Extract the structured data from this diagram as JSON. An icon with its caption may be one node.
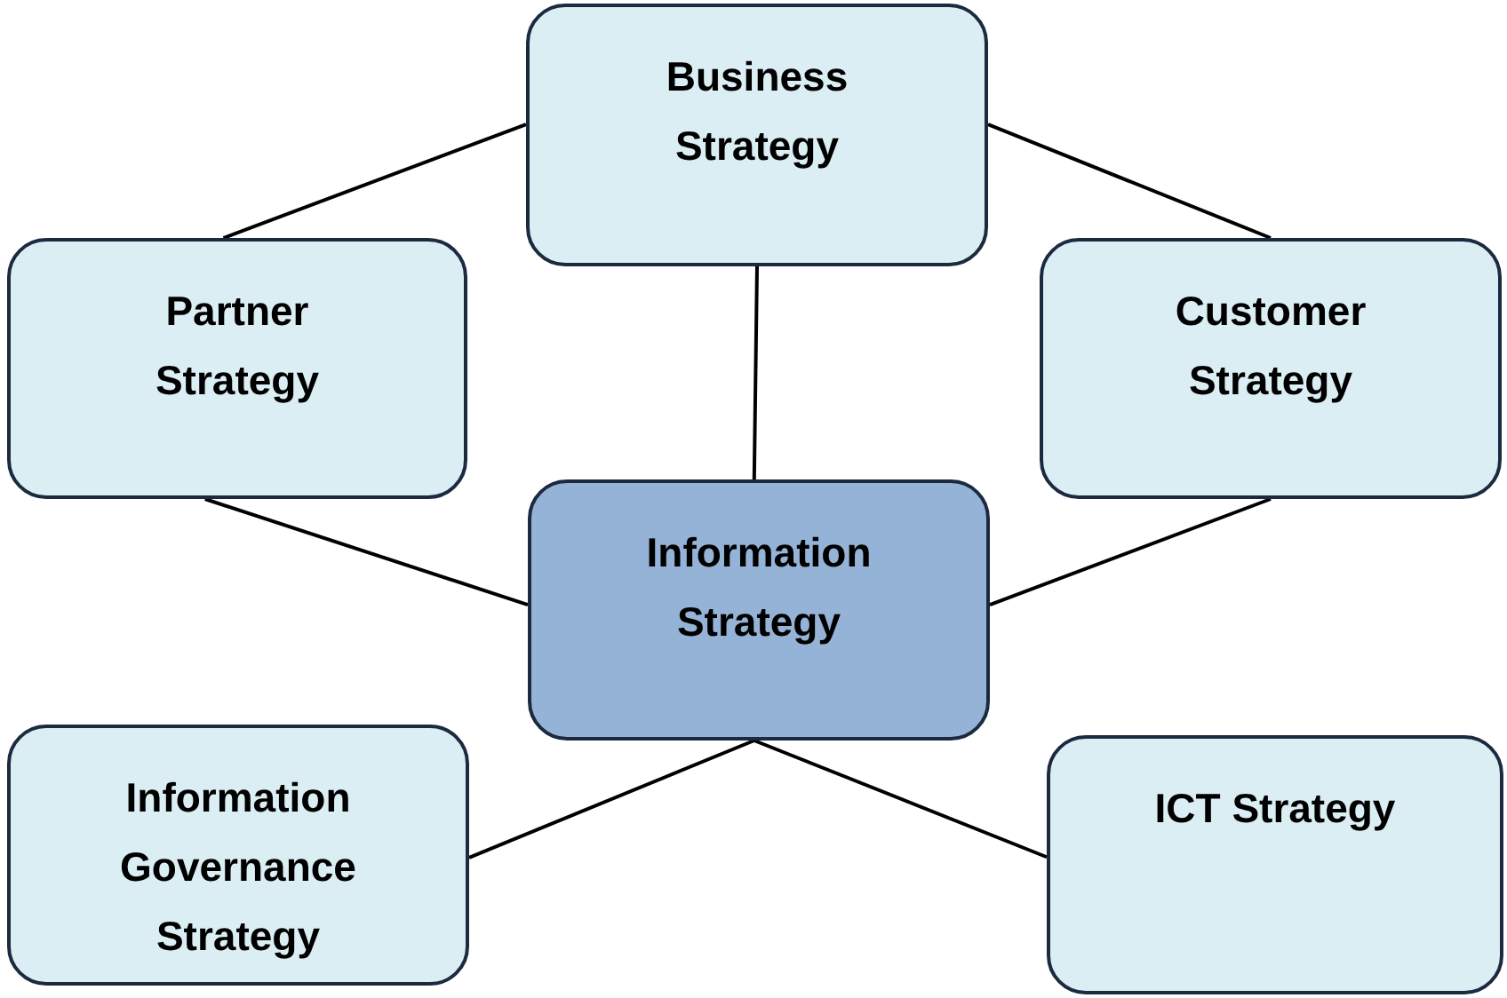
{
  "diagram": {
    "nodes": [
      {
        "text": [
          "Business Strategy"
        ]
      },
      {
        "text": [
          "Partner Strategy"
        ]
      },
      {
        "text": [
          "Customer Strategy"
        ]
      },
      {
        "text": [
          "Information Strategy"
        ]
      },
      {
        "text": [
          "Information Governance Strategy"
        ]
      },
      {
        "text": [
          "ICT Strategy"
        ]
      }
    ],
    "edges": [
      {
        "from": 0,
        "to": 1,
        "arrow": "none"
      },
      {
        "from": 0,
        "to": 2,
        "arrow": "none"
      },
      {
        "from": 0,
        "to": 3,
        "arrow": "none"
      },
      {
        "from": 1,
        "to": 3,
        "arrow": "none"
      },
      {
        "from": 2,
        "to": 3,
        "arrow": "none"
      },
      {
        "from": 3,
        "to": 4,
        "arrow": "none"
      },
      {
        "from": 3,
        "to": 5,
        "arrow": "none"
      }
    ]
  }
}
